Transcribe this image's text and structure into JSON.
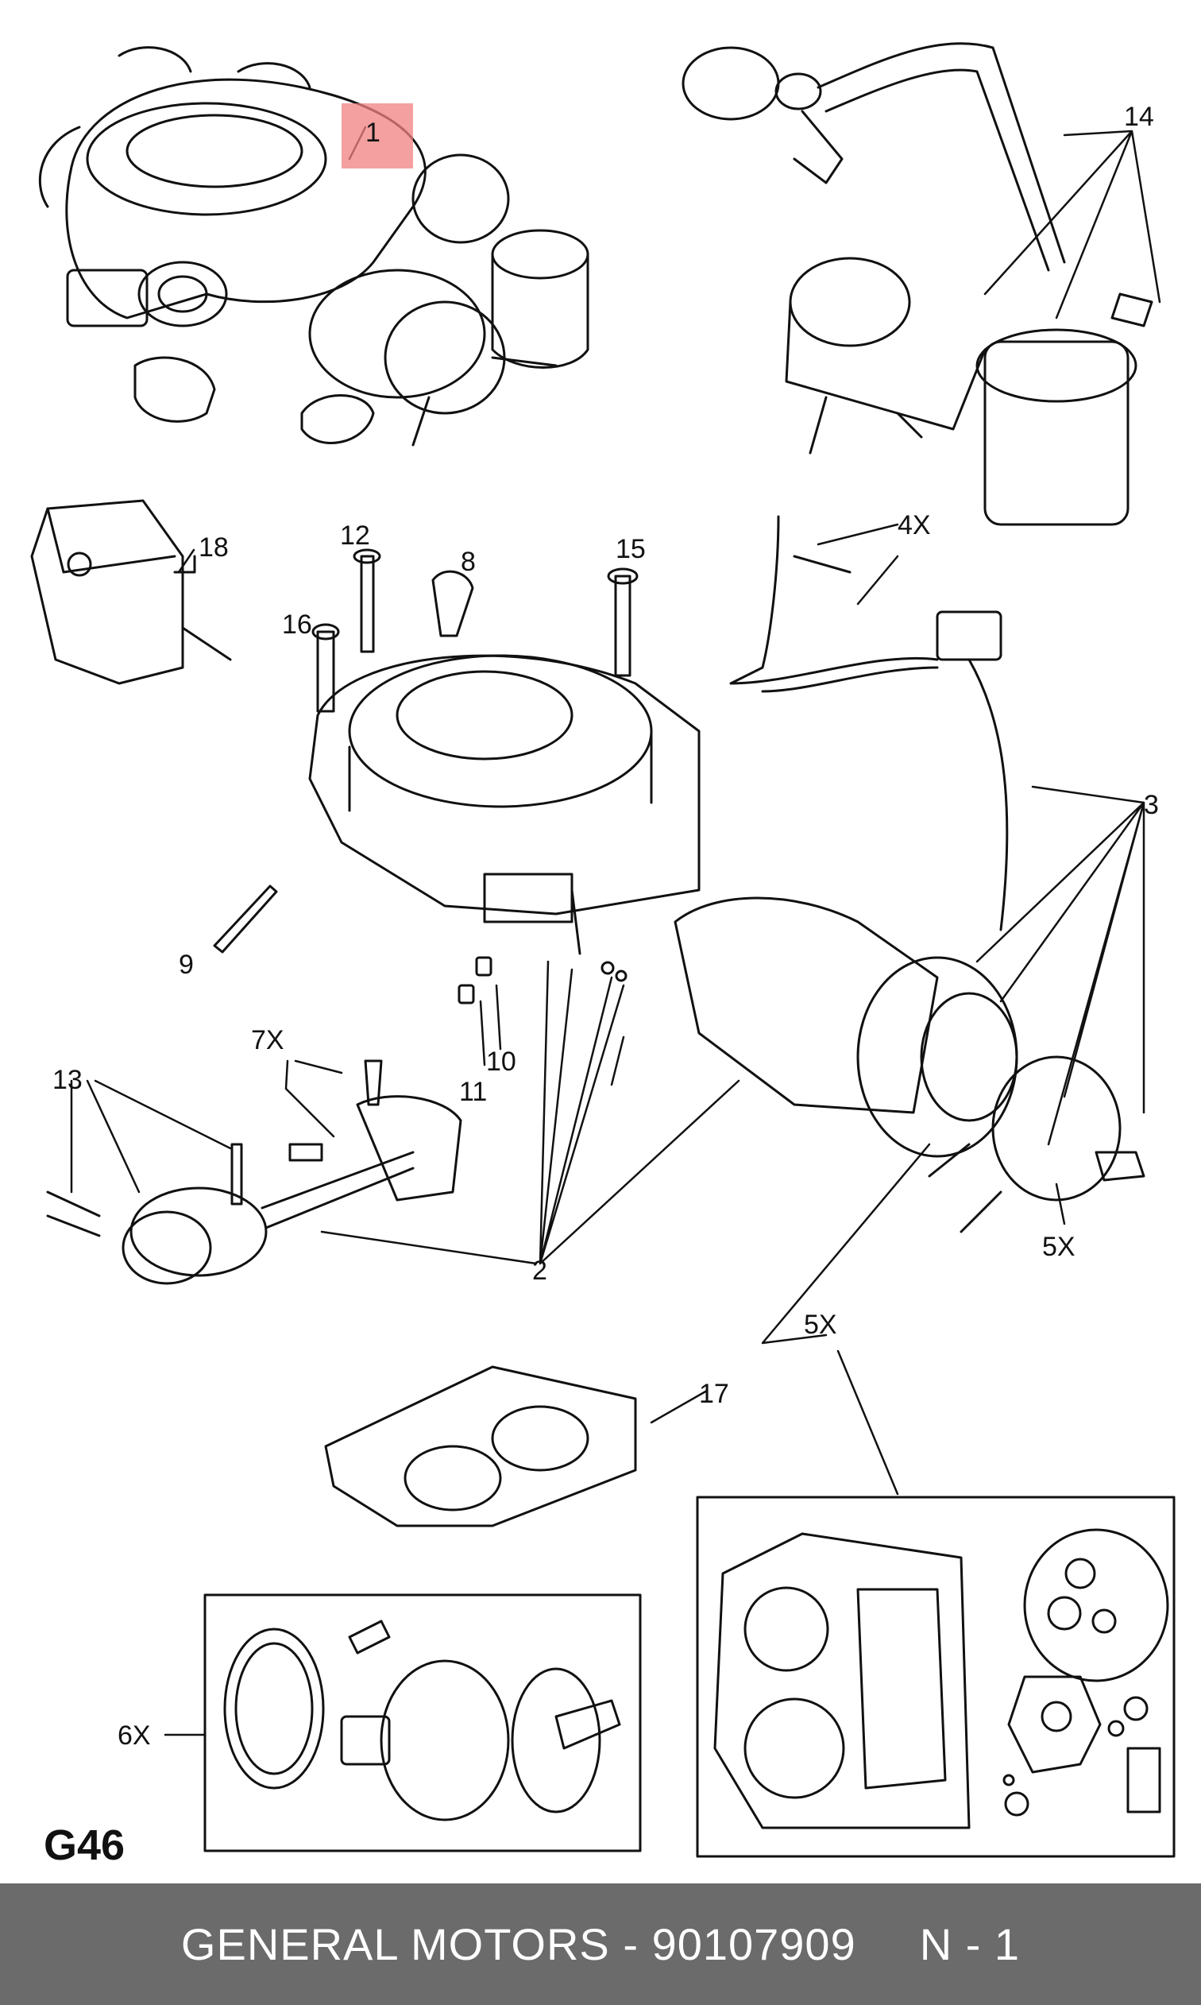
{
  "diagram": {
    "sheet_code": "G46",
    "highlight_color": "#f08080",
    "callouts": {
      "c1": "1",
      "c2": "2",
      "c3": "3",
      "c4x": "4X",
      "c5x_a": "5X",
      "c5x_b": "5X",
      "c6x": "6X",
      "c7x": "7X",
      "c8": "8",
      "c9": "9",
      "c10": "10",
      "c11": "11",
      "c12": "12",
      "c13": "13",
      "c14": "14",
      "c15": "15",
      "c16": "16",
      "c17": "17",
      "c18": "18"
    }
  },
  "footer": {
    "brand": "GENERAL MOTORS",
    "separator": "-",
    "part_number": "90107909",
    "note": "N - 1"
  }
}
